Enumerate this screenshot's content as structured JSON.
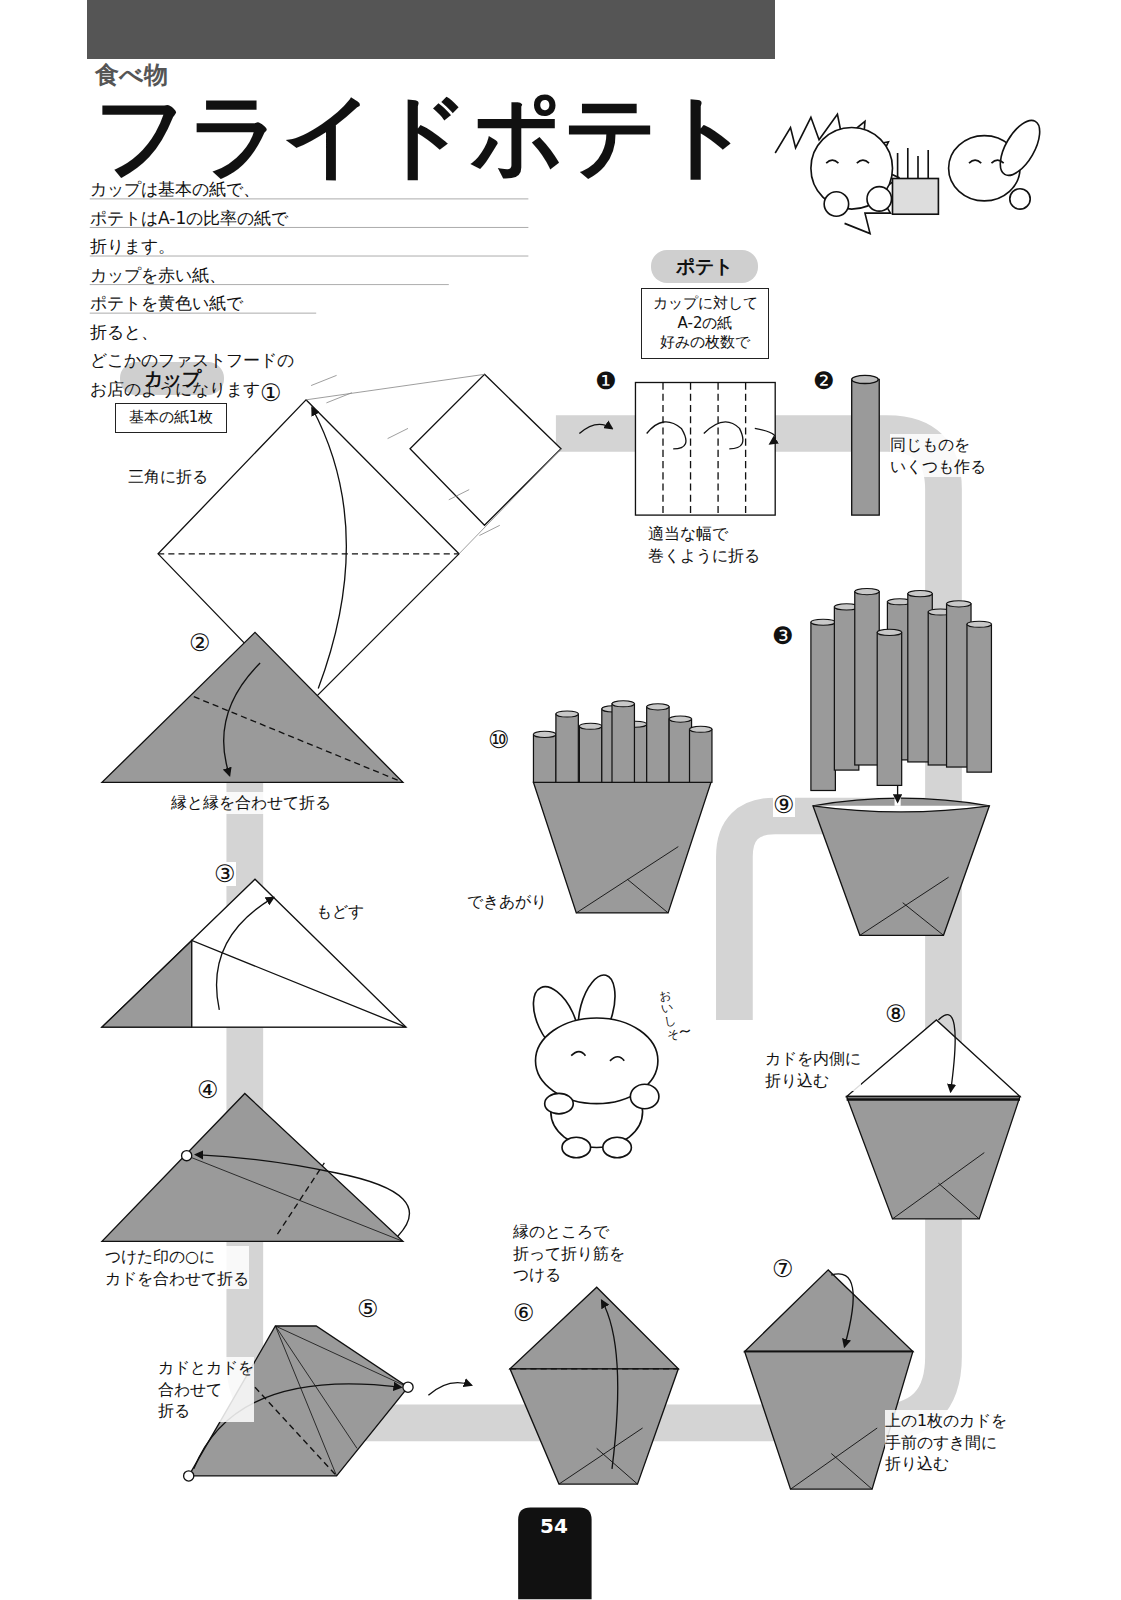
{
  "diagram": {
    "title": "フライドポテト",
    "nodes": [
      {
        "text": [
          "カップ"
        ]
      },
      {
        "text": [
          "基本の紙1枚"
        ]
      },
      {
        "text": [
          "ポテト"
        ]
      },
      {
        "text": [
          "カップに対して A-2の紙 好みの枚数で"
        ]
      }
    ],
    "labels": [
      "食べ物",
      "カップは基本の紙で、ポテトはA-1の比率の紙で 折ります。カップを赤い紙、ポテトを黄色い紙で 折ると、どこかのファストフードの お店のようになります。",
      "①",
      "三角に折る",
      "②",
      "縁と縁を合わせて折る",
      "③",
      "もどす",
      "④",
      "つけた印の○に カドを合わせて折る",
      "⑤",
      "カドとカドを 合わせて 折る",
      "⑥",
      "縁のところで 折って折り筋を つける",
      "⑦",
      "上の1枚のカドを 手前のすき間に 折り込む",
      "⑧",
      "カドを内側に 折り込む",
      "⑨",
      "⑩",
      "できあがり",
      "❶",
      "適当な幅で 巻くように折る",
      "❷",
      "同じものを いくつも作る",
      "❸",
      "おいしそ〜",
      "54"
    ]
  }
}
